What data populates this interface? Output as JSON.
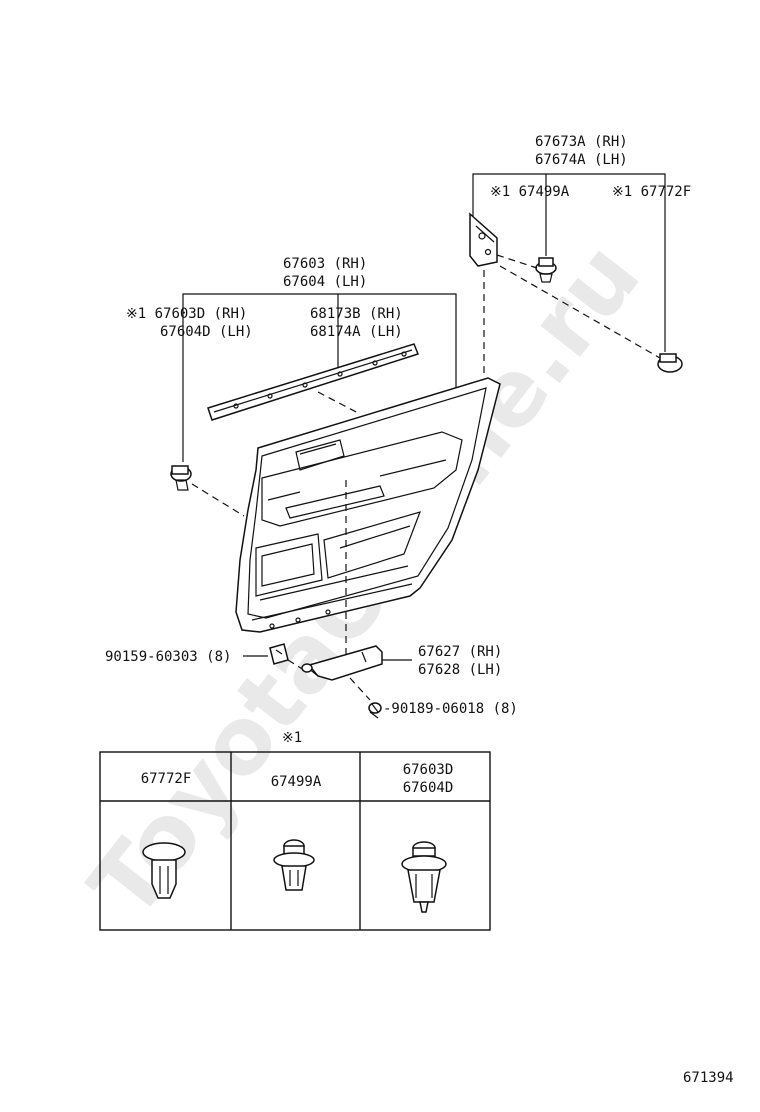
{
  "watermark": "ToyotaOnline.ru",
  "diagram_id": "671394",
  "note_marker": "※1",
  "callouts": {
    "garnish_a": [
      "67673A (RH)",
      "67674A (LH)"
    ],
    "clip_67499A": "※1 67499A",
    "clip_67772F": "※1 67772F",
    "board": [
      "67603 (RH)",
      "67604 (LH)"
    ],
    "clip_67603D": [
      "※1 67603D (RH)",
      "67604D (LH)"
    ],
    "weatherstrip": [
      "68173B (RH)",
      "68174A (LH)"
    ],
    "screw_left": "90159-60303 (8)",
    "bracket": [
      "67627 (RH)",
      "67628 (LH)"
    ],
    "screw_bottom": "-90189-06018 (8)"
  },
  "table": {
    "headers": [
      "67772F",
      "67499A",
      "67603D\n67604D"
    ],
    "header_lines": [
      [
        "67772F"
      ],
      [
        "67499A"
      ],
      [
        "67603D",
        "67604D"
      ]
    ]
  }
}
